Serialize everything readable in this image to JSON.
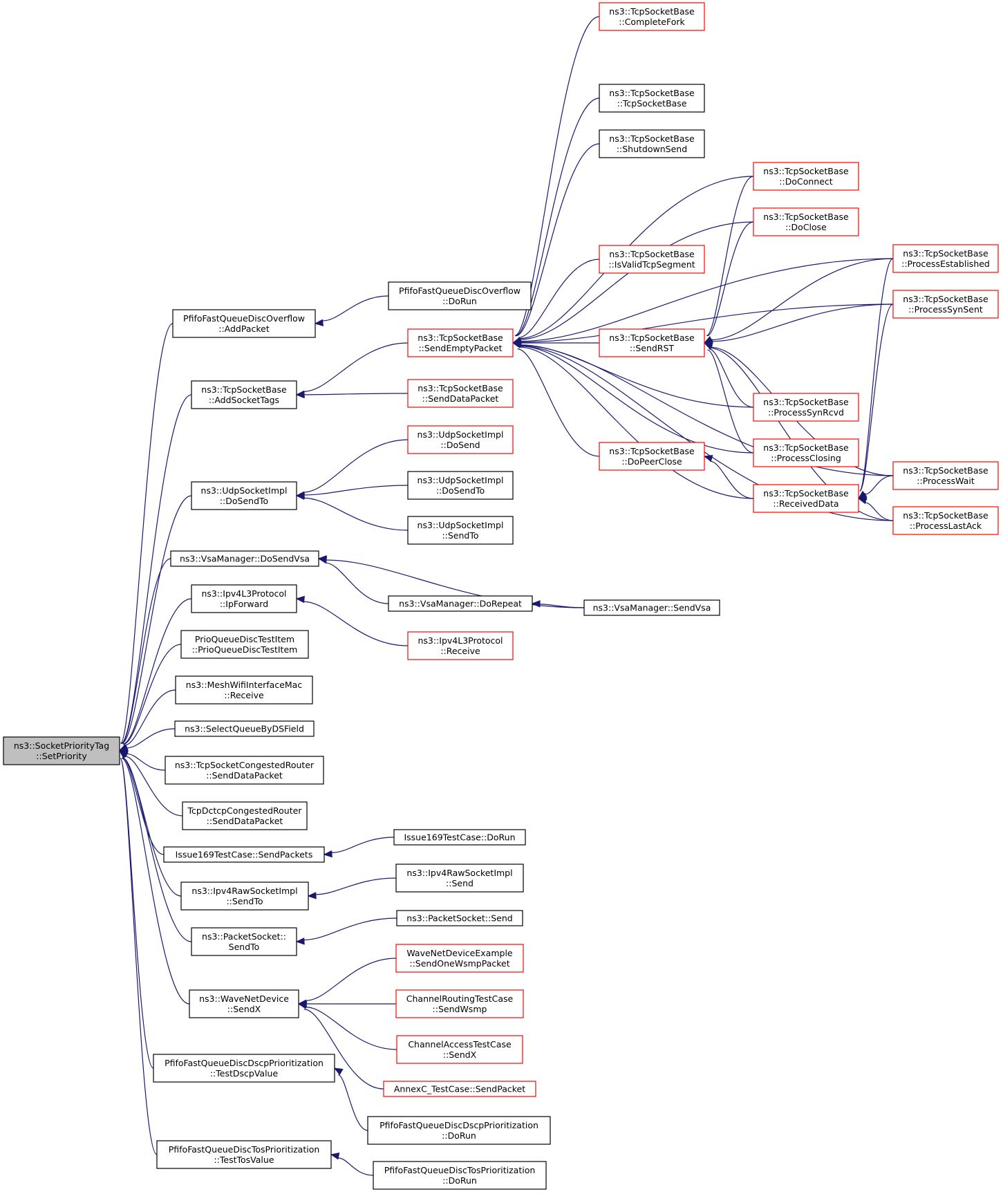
{
  "nodes": [
    {
      "id": "root",
      "lines": [
        "ns3::SocketPriorityTag",
        "::SetPriority"
      ],
      "style": "root"
    },
    {
      "id": "pfifo_addpacket",
      "lines": [
        "PfifoFastQueueDiscOverflow",
        "::AddPacket"
      ],
      "style": "normal"
    },
    {
      "id": "pfifo_dorun",
      "lines": [
        "PfifoFastQueueDiscOverflow",
        "::DoRun"
      ],
      "style": "normal"
    },
    {
      "id": "tcp_addsockettags",
      "lines": [
        "ns3::TcpSocketBase",
        "::AddSocketTags"
      ],
      "style": "normal"
    },
    {
      "id": "tcp_sendemptypacket",
      "lines": [
        "ns3::TcpSocketBase",
        "::SendEmptyPacket"
      ],
      "style": "red"
    },
    {
      "id": "tcp_senddatapacket",
      "lines": [
        "ns3::TcpSocketBase",
        "::SendDataPacket"
      ],
      "style": "red"
    },
    {
      "id": "tcp_completefork",
      "lines": [
        "ns3::TcpSocketBase",
        "::CompleteFork"
      ],
      "style": "red"
    },
    {
      "id": "tcp_tcpsocketbase",
      "lines": [
        "ns3::TcpSocketBase",
        "::TcpSocketBase"
      ],
      "style": "normal"
    },
    {
      "id": "tcp_shutdownsend",
      "lines": [
        "ns3::TcpSocketBase",
        "::ShutdownSend"
      ],
      "style": "normal"
    },
    {
      "id": "tcp_isvalid",
      "lines": [
        "ns3::TcpSocketBase",
        "::IsValidTcpSegment"
      ],
      "style": "red"
    },
    {
      "id": "tcp_sendrst",
      "lines": [
        "ns3::TcpSocketBase",
        "::SendRST"
      ],
      "style": "red"
    },
    {
      "id": "tcp_dopeerclose",
      "lines": [
        "ns3::TcpSocketBase",
        "::DoPeerClose"
      ],
      "style": "red"
    },
    {
      "id": "tcp_doconnect",
      "lines": [
        "ns3::TcpSocketBase",
        "::DoConnect"
      ],
      "style": "red"
    },
    {
      "id": "tcp_doclose",
      "lines": [
        "ns3::TcpSocketBase",
        "::DoClose"
      ],
      "style": "red"
    },
    {
      "id": "tcp_processsynrcvd",
      "lines": [
        "ns3::TcpSocketBase",
        "::ProcessSynRcvd"
      ],
      "style": "red"
    },
    {
      "id": "tcp_processclosing",
      "lines": [
        "ns3::TcpSocketBase",
        "::ProcessClosing"
      ],
      "style": "red"
    },
    {
      "id": "tcp_receiveddata",
      "lines": [
        "ns3::TcpSocketBase",
        "::ReceivedData"
      ],
      "style": "red"
    },
    {
      "id": "tcp_processestablished",
      "lines": [
        "ns3::TcpSocketBase",
        "::ProcessEstablished"
      ],
      "style": "red"
    },
    {
      "id": "tcp_processsynsent",
      "lines": [
        "ns3::TcpSocketBase",
        "::ProcessSynSent"
      ],
      "style": "red"
    },
    {
      "id": "tcp_processwait",
      "lines": [
        "ns3::TcpSocketBase",
        "::ProcessWait"
      ],
      "style": "red"
    },
    {
      "id": "tcp_processlastack",
      "lines": [
        "ns3::TcpSocketBase",
        "::ProcessLastAck"
      ],
      "style": "red"
    },
    {
      "id": "udp_dosendto",
      "lines": [
        "ns3::UdpSocketImpl",
        "::DoSendTo"
      ],
      "style": "normal"
    },
    {
      "id": "udp_dosend",
      "lines": [
        "ns3::UdpSocketImpl",
        "::DoSend"
      ],
      "style": "red"
    },
    {
      "id": "udp_dosendto2",
      "lines": [
        "ns3::UdpSocketImpl",
        "::DoSendTo"
      ],
      "style": "normal"
    },
    {
      "id": "udp_sendto",
      "lines": [
        "ns3::UdpSocketImpl",
        "::SendTo"
      ],
      "style": "normal"
    },
    {
      "id": "vsa_dosendvsa",
      "lines": [
        "ns3::VsaManager::DoSendVsa"
      ],
      "style": "normal"
    },
    {
      "id": "vsa_dorepeat",
      "lines": [
        "ns3::VsaManager::DoRepeat"
      ],
      "style": "normal"
    },
    {
      "id": "vsa_sendvsa",
      "lines": [
        "ns3::VsaManager::SendVsa"
      ],
      "style": "normal"
    },
    {
      "id": "ipv4_ipforward",
      "lines": [
        "ns3::Ipv4L3Protocol",
        "::IpForward"
      ],
      "style": "normal"
    },
    {
      "id": "ipv4_receive",
      "lines": [
        "ns3::Ipv4L3Protocol",
        "::Receive"
      ],
      "style": "red"
    },
    {
      "id": "prio_testitem",
      "lines": [
        "PrioQueueDiscTestItem",
        "::PrioQueueDiscTestItem"
      ],
      "style": "normal"
    },
    {
      "id": "mesh_receive",
      "lines": [
        "ns3::MeshWifiInterfaceMac",
        "::Receive"
      ],
      "style": "normal"
    },
    {
      "id": "selectqueue",
      "lines": [
        "ns3::SelectQueueByDSField"
      ],
      "style": "normal"
    },
    {
      "id": "tcpcongested",
      "lines": [
        "ns3::TcpSocketCongestedRouter",
        "::SendDataPacket"
      ],
      "style": "normal"
    },
    {
      "id": "tcpdctcp",
      "lines": [
        "TcpDctcpCongestedRouter",
        "::SendDataPacket"
      ],
      "style": "normal"
    },
    {
      "id": "issue_sendpackets",
      "lines": [
        "Issue169TestCase::SendPackets"
      ],
      "style": "normal"
    },
    {
      "id": "issue_dorun",
      "lines": [
        "Issue169TestCase::DoRun"
      ],
      "style": "normal"
    },
    {
      "id": "ipv4raw_sendto",
      "lines": [
        "ns3::Ipv4RawSocketImpl",
        "::SendTo"
      ],
      "style": "normal"
    },
    {
      "id": "ipv4raw_send",
      "lines": [
        "ns3::Ipv4RawSocketImpl",
        "::Send"
      ],
      "style": "normal"
    },
    {
      "id": "packet_sendto",
      "lines": [
        "ns3::PacketSocket::",
        "SendTo"
      ],
      "style": "normal"
    },
    {
      "id": "packet_send",
      "lines": [
        "ns3::PacketSocket::Send"
      ],
      "style": "normal"
    },
    {
      "id": "wave_sendx",
      "lines": [
        "ns3::WaveNetDevice",
        "::SendX"
      ],
      "style": "normal"
    },
    {
      "id": "wave_sendone",
      "lines": [
        "WaveNetDeviceExample",
        "::SendOneWsmpPacket"
      ],
      "style": "red"
    },
    {
      "id": "chan_routing",
      "lines": [
        "ChannelRoutingTestCase",
        "::SendWsmp"
      ],
      "style": "red"
    },
    {
      "id": "chan_access",
      "lines": [
        "ChannelAccessTestCase",
        "::SendX"
      ],
      "style": "red"
    },
    {
      "id": "annexc",
      "lines": [
        "AnnexC_TestCase::SendPacket"
      ],
      "style": "red"
    },
    {
      "id": "dscp_test",
      "lines": [
        "PfifoFastQueueDiscDscpPrioritization",
        "::TestDscpValue"
      ],
      "style": "normal"
    },
    {
      "id": "dscp_dorun",
      "lines": [
        "PfifoFastQueueDiscDscpPrioritization",
        "::DoRun"
      ],
      "style": "normal"
    },
    {
      "id": "tos_test",
      "lines": [
        "PfifoFastQueueDiscTosPrioritization",
        "::TestTosValue"
      ],
      "style": "normal"
    },
    {
      "id": "tos_dorun",
      "lines": [
        "PfifoFastQueueDiscTosPrioritization",
        "::DoRun"
      ],
      "style": "normal"
    }
  ],
  "edges": [
    [
      "pfifo_addpacket",
      "root"
    ],
    [
      "tcp_addsockettags",
      "root"
    ],
    [
      "udp_dosendto",
      "root"
    ],
    [
      "vsa_dosendvsa",
      "root"
    ],
    [
      "ipv4_ipforward",
      "root"
    ],
    [
      "prio_testitem",
      "root"
    ],
    [
      "mesh_receive",
      "root"
    ],
    [
      "selectqueue",
      "root"
    ],
    [
      "tcpcongested",
      "root"
    ],
    [
      "tcpdctcp",
      "root"
    ],
    [
      "issue_sendpackets",
      "root"
    ],
    [
      "ipv4raw_sendto",
      "root"
    ],
    [
      "packet_sendto",
      "root"
    ],
    [
      "wave_sendx",
      "root"
    ],
    [
      "dscp_test",
      "root"
    ],
    [
      "tos_test",
      "root"
    ],
    [
      "pfifo_dorun",
      "pfifo_addpacket"
    ],
    [
      "tcp_sendemptypacket",
      "tcp_addsockettags"
    ],
    [
      "tcp_senddatapacket",
      "tcp_addsockettags"
    ],
    [
      "tcp_completefork",
      "tcp_sendemptypacket"
    ],
    [
      "tcp_tcpsocketbase",
      "tcp_sendemptypacket"
    ],
    [
      "tcp_shutdownsend",
      "tcp_sendemptypacket"
    ],
    [
      "tcp_doconnect",
      "tcp_sendemptypacket"
    ],
    [
      "tcp_doclose",
      "tcp_sendemptypacket"
    ],
    [
      "tcp_isvalid",
      "tcp_sendemptypacket"
    ],
    [
      "tcp_sendrst",
      "tcp_sendemptypacket"
    ],
    [
      "tcp_processsynrcvd",
      "tcp_sendemptypacket"
    ],
    [
      "tcp_processclosing",
      "tcp_sendemptypacket"
    ],
    [
      "tcp_dopeerclose",
      "tcp_sendemptypacket"
    ],
    [
      "tcp_receiveddata",
      "tcp_sendemptypacket"
    ],
    [
      "tcp_processestablished",
      "tcp_sendemptypacket"
    ],
    [
      "tcp_processsynsent",
      "tcp_sendemptypacket"
    ],
    [
      "tcp_processwait",
      "tcp_sendemptypacket"
    ],
    [
      "tcp_processlastack",
      "tcp_sendemptypacket"
    ],
    [
      "tcp_doconnect",
      "tcp_sendrst"
    ],
    [
      "tcp_doclose",
      "tcp_sendrst"
    ],
    [
      "tcp_processestablished",
      "tcp_sendrst"
    ],
    [
      "tcp_processsynsent",
      "tcp_sendrst"
    ],
    [
      "tcp_processsynrcvd",
      "tcp_sendrst"
    ],
    [
      "tcp_processclosing",
      "tcp_sendrst"
    ],
    [
      "tcp_processwait",
      "tcp_sendrst"
    ],
    [
      "tcp_processlastack",
      "tcp_sendrst"
    ],
    [
      "tcp_receiveddata",
      "tcp_dopeerclose"
    ],
    [
      "tcp_processestablished",
      "tcp_receiveddata"
    ],
    [
      "tcp_processsynsent",
      "tcp_receiveddata"
    ],
    [
      "tcp_processwait",
      "tcp_receiveddata"
    ],
    [
      "tcp_processlastack",
      "tcp_receiveddata"
    ],
    [
      "udp_dosend",
      "udp_dosendto"
    ],
    [
      "udp_dosendto2",
      "udp_dosendto"
    ],
    [
      "udp_sendto",
      "udp_dosendto"
    ],
    [
      "vsa_dorepeat",
      "vsa_dosendvsa"
    ],
    [
      "vsa_sendvsa",
      "vsa_dosendvsa"
    ],
    [
      "vsa_sendvsa",
      "vsa_dorepeat"
    ],
    [
      "ipv4_receive",
      "ipv4_ipforward"
    ],
    [
      "issue_dorun",
      "issue_sendpackets"
    ],
    [
      "ipv4raw_send",
      "ipv4raw_sendto"
    ],
    [
      "packet_send",
      "packet_sendto"
    ],
    [
      "wave_sendone",
      "wave_sendx"
    ],
    [
      "chan_routing",
      "wave_sendx"
    ],
    [
      "chan_access",
      "wave_sendx"
    ],
    [
      "annexc",
      "wave_sendx"
    ],
    [
      "dscp_dorun",
      "dscp_test"
    ],
    [
      "tos_dorun",
      "tos_test"
    ]
  ]
}
